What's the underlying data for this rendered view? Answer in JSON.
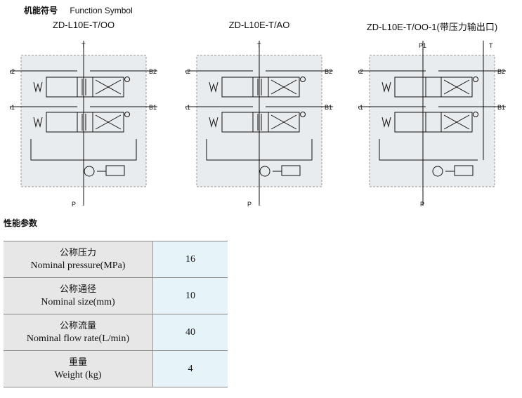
{
  "header": {
    "title_cn": "机能符号",
    "title_en": "Function Symbol"
  },
  "diagrams": [
    {
      "title": "ZD-L10E-T/OO",
      "ports": {
        "t": "T",
        "p": "P",
        "a2": "A2",
        "a1": "A1",
        "b2": "B2",
        "b1": "B1"
      }
    },
    {
      "title": "ZD-L10E-T/AO",
      "ports": {
        "t": "T",
        "p": "P",
        "a2": "A2",
        "a1": "A1",
        "b2": "B2",
        "b1": "B1"
      }
    },
    {
      "title": "ZD-L10E-T/OO-1(带压力输出口)",
      "ports": {
        "p1": "P1",
        "t": "T",
        "p": "P",
        "a2": "A2",
        "a1": "A1",
        "b2": "B2",
        "b1": "B1"
      }
    }
  ],
  "specs_title": "性能参数",
  "specs": [
    {
      "label_cn": "公称压力",
      "label_en": "Nominal pressure(MPa)",
      "value": "16"
    },
    {
      "label_cn": "公称通径",
      "label_en": "Nominal size(mm)",
      "value": "10"
    },
    {
      "label_cn": "公称流量",
      "label_en": "Nominal flow rate(L/min)",
      "value": "40"
    },
    {
      "label_cn": "重量",
      "label_en": "Weight  (kg)",
      "value": "4"
    }
  ]
}
